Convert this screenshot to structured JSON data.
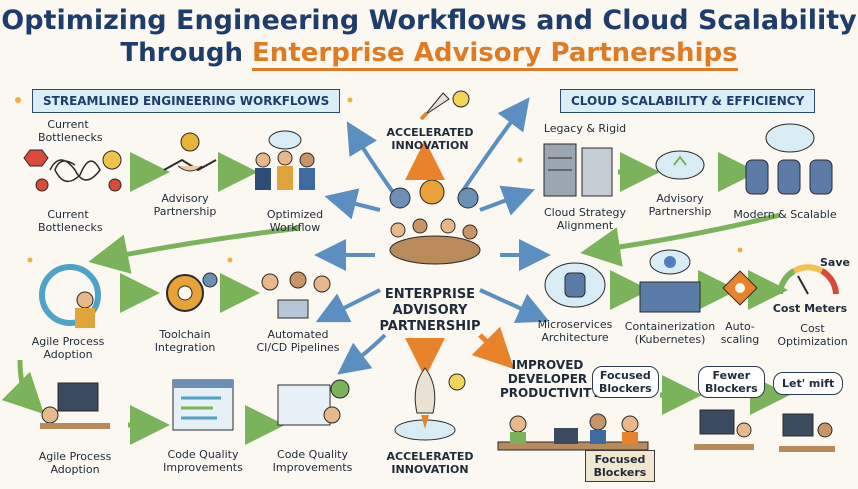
{
  "title": {
    "line1": "Optimizing Engineering Workflows and Cloud Scalability",
    "line2_prefix": "Through ",
    "line2_highlight": "Enterprise Advisory Partnerships"
  },
  "left_banner": "STREAMLINED ENGINEERING WORKFLOWS",
  "right_banner": "CLOUD SCALABILITY & EFFICIENCY",
  "center": {
    "title_lines": [
      "ENTERPRISE",
      "ADVISORY",
      "PARTNERSHIP"
    ],
    "top_label": [
      "ACCELERATED",
      "INNOVATION"
    ],
    "bottom_label": [
      "ACCELERATED",
      "INNOVATION"
    ]
  },
  "left": {
    "bottlenecks_top": [
      "Current",
      "Bottlenecks"
    ],
    "bottlenecks_bottom": [
      "Current",
      "Bottlenecks"
    ],
    "advisory": [
      "Advisory",
      "Partnership"
    ],
    "optimized": [
      "Optimized",
      "Workflow"
    ],
    "agile1": [
      "Agile Process",
      "Adoption"
    ],
    "toolchain": [
      "Toolchain",
      "Integration"
    ],
    "cicd": [
      "Automated",
      "CI/CD Pipelines"
    ],
    "agile2": [
      "Agile Process",
      "Adoption"
    ],
    "cq1": [
      "Code Quality",
      "Improvements"
    ],
    "cq2": [
      "Code Quality",
      "Improvements"
    ]
  },
  "right": {
    "legacy": "Legacy & Rigid",
    "strategy": [
      "Cloud Strategy",
      "Alignment"
    ],
    "advisory": [
      "Advisory",
      "Partnership"
    ],
    "modern": "Modern & Scalable",
    "micro": [
      "Microservices",
      "Architecture"
    ],
    "container": [
      "Containerization",
      "(Kubernetes)"
    ],
    "auto": [
      "Auto-",
      "scaling"
    ],
    "cost": [
      "Cost",
      "Optimization"
    ],
    "cost_meters": "Cost Meters",
    "save": "Save"
  },
  "productivity": {
    "label": [
      "IMPROVED",
      "DEVELOPER",
      "PRODUCTIVITY"
    ],
    "bubble1": [
      "Focused",
      "Blockers"
    ],
    "bubble2": [
      "Fewer",
      "Blockers"
    ],
    "bubble3": "Let' mift",
    "sign": [
      "Focused",
      "Blockers"
    ]
  },
  "colors": {
    "navy": "#1e3d6b",
    "orange": "#e07b25",
    "green_arrow": "#7bb35a",
    "blue_arrow": "#5b8fc1",
    "orange_arrow": "#e9832b"
  }
}
